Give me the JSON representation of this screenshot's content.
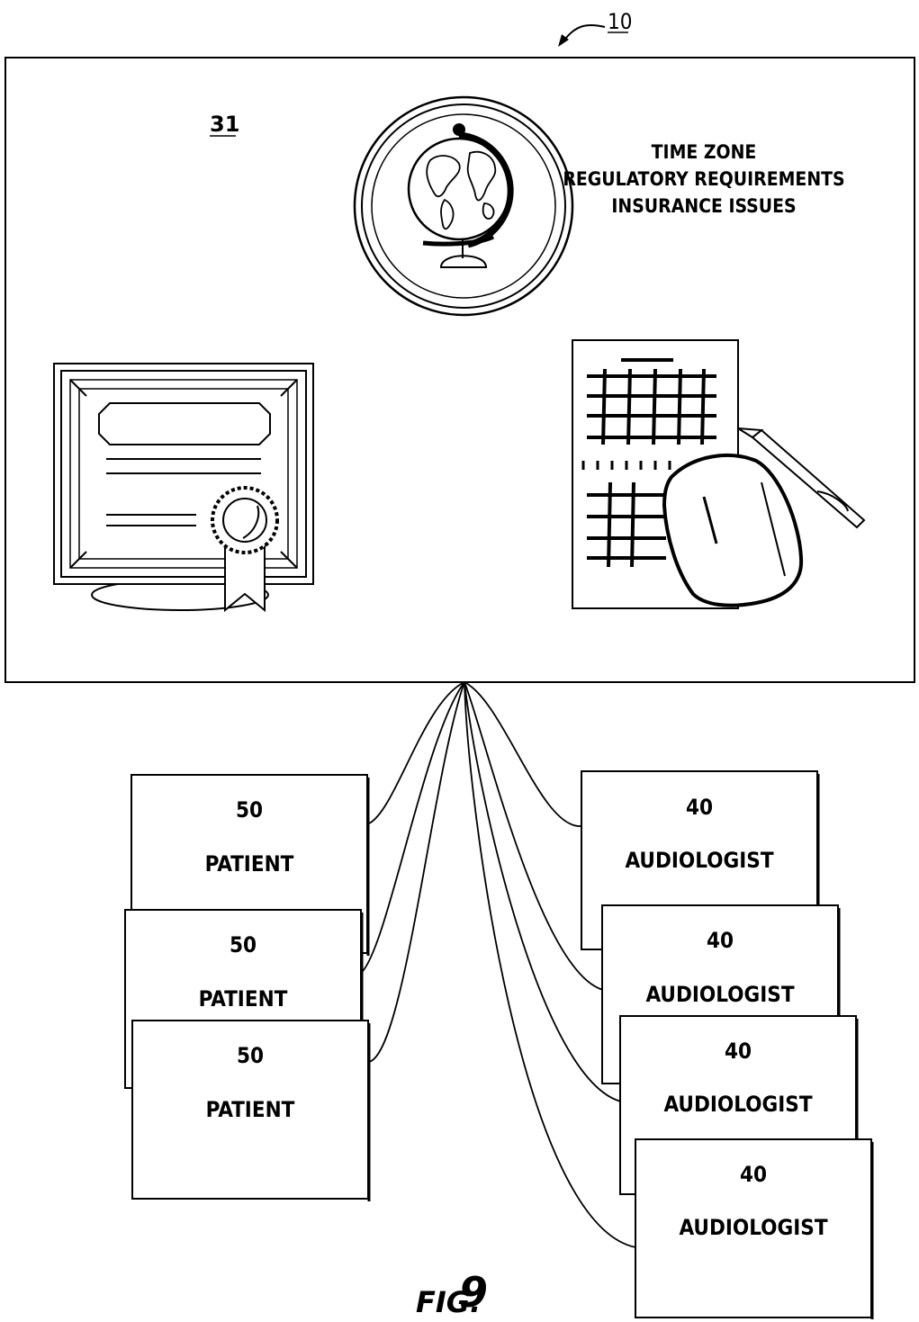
{
  "figure": {
    "reference_numeral": "10",
    "caption_prefix": "FIG.",
    "caption_number": "9"
  },
  "server": {
    "numeral": "31",
    "globe_lines": [
      "TIME ZONE",
      "REGULATORY REQUIREMENTS",
      "INSURANCE ISSUES"
    ],
    "icons": [
      "globe-icon",
      "certificate-icon",
      "calendar-icon"
    ]
  },
  "patients": [
    {
      "numeral": "50",
      "label": "PATIENT"
    },
    {
      "numeral": "50",
      "label": "PATIENT"
    },
    {
      "numeral": "50",
      "label": "PATIENT"
    }
  ],
  "audiologists": [
    {
      "numeral": "40",
      "label": "AUDIOLOGIST"
    },
    {
      "numeral": "40",
      "label": "AUDIOLOGIST"
    },
    {
      "numeral": "40",
      "label": "AUDIOLOGIST"
    },
    {
      "numeral": "40",
      "label": "AUDIOLOGIST"
    }
  ]
}
